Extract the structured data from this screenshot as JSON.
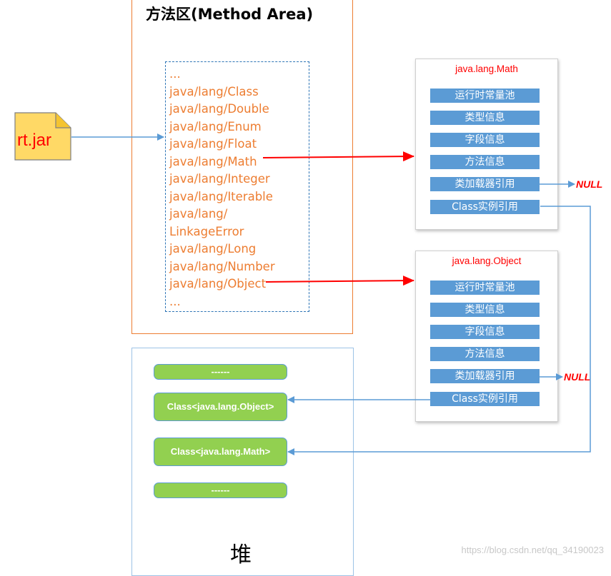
{
  "method_area": {
    "title": "方法区(Method Area)",
    "classes": [
      "...",
      "java/lang/Class",
      "java/lang/Double",
      "java/lang/Enum",
      "java/lang/Float",
      "java/lang/Math",
      "java/lang/Integer",
      "java/lang/Iterable",
      "java/lang/",
      "LinkageError",
      "java/lang/Long",
      "java/lang/Number",
      "java/lang/Object",
      "..."
    ]
  },
  "rt_jar": {
    "label": "rt.jar"
  },
  "math_class": {
    "title": "java.lang.Math",
    "items": [
      "运行时常量池",
      "类型信息",
      "字段信息",
      "方法信息",
      "类加载器引用",
      "Class实例引用"
    ],
    "null_label": "NULL"
  },
  "object_class": {
    "title": "java.lang.Object",
    "items": [
      "运行时常量池",
      "类型信息",
      "字段信息",
      "方法信息",
      "类加载器引用",
      "Class实例引用"
    ],
    "null_label": "NULL"
  },
  "heap": {
    "label": "堆",
    "items": [
      "------",
      "Class<java.lang.Object>",
      "Class<java.lang.Math>",
      "------"
    ]
  },
  "watermark": "https://blog.csdn.net/qq_34190023",
  "colors": {
    "orange": "#ED7D31",
    "blue": "#5B9BD5",
    "green": "#92D050",
    "red": "#FF0000",
    "arrow_blue": "#5B9BD5"
  }
}
